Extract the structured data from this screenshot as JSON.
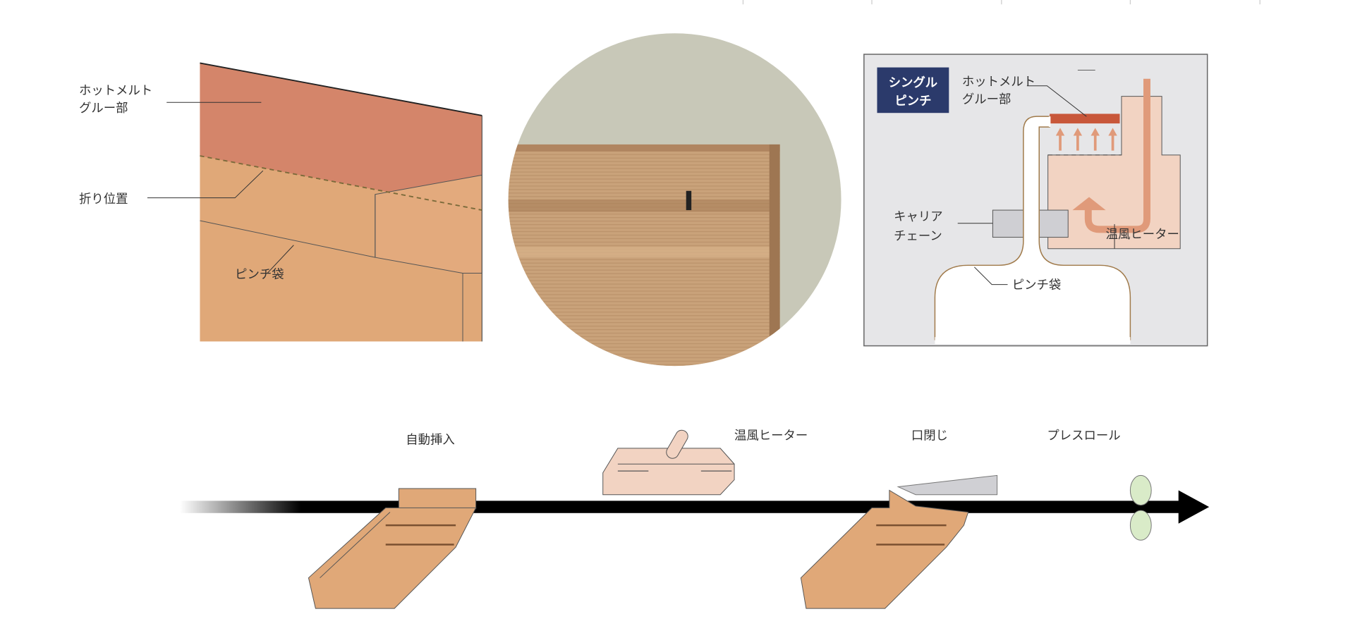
{
  "left_diagram": {
    "label_hotmelt_1": "ホットメルト",
    "label_hotmelt_2": "グルー部",
    "label_fold": "折り位置",
    "label_pinch_bag": "ピンチ袋"
  },
  "right_diagram": {
    "badge_line1": "シングル",
    "badge_line2": "ピンチ",
    "label_hotmelt_1": "ホットメルト",
    "label_hotmelt_2": "グルー部",
    "label_carrier_1": "キャリア",
    "label_carrier_2": "チェーン",
    "label_heater": "温風ヒーター",
    "label_pinch_bag": "ピンチ袋"
  },
  "process": {
    "step1": "自動挿入",
    "step2": "温風ヒーター",
    "step3": "口閉じ",
    "step4": "プレスロール"
  },
  "colors": {
    "glue": "#d4856a",
    "paper": "#e0a878",
    "heater": "#f2d3c2",
    "badge": "#2b3a6b",
    "panel": "#e6e6e8",
    "roll": "#d9ebc8"
  }
}
